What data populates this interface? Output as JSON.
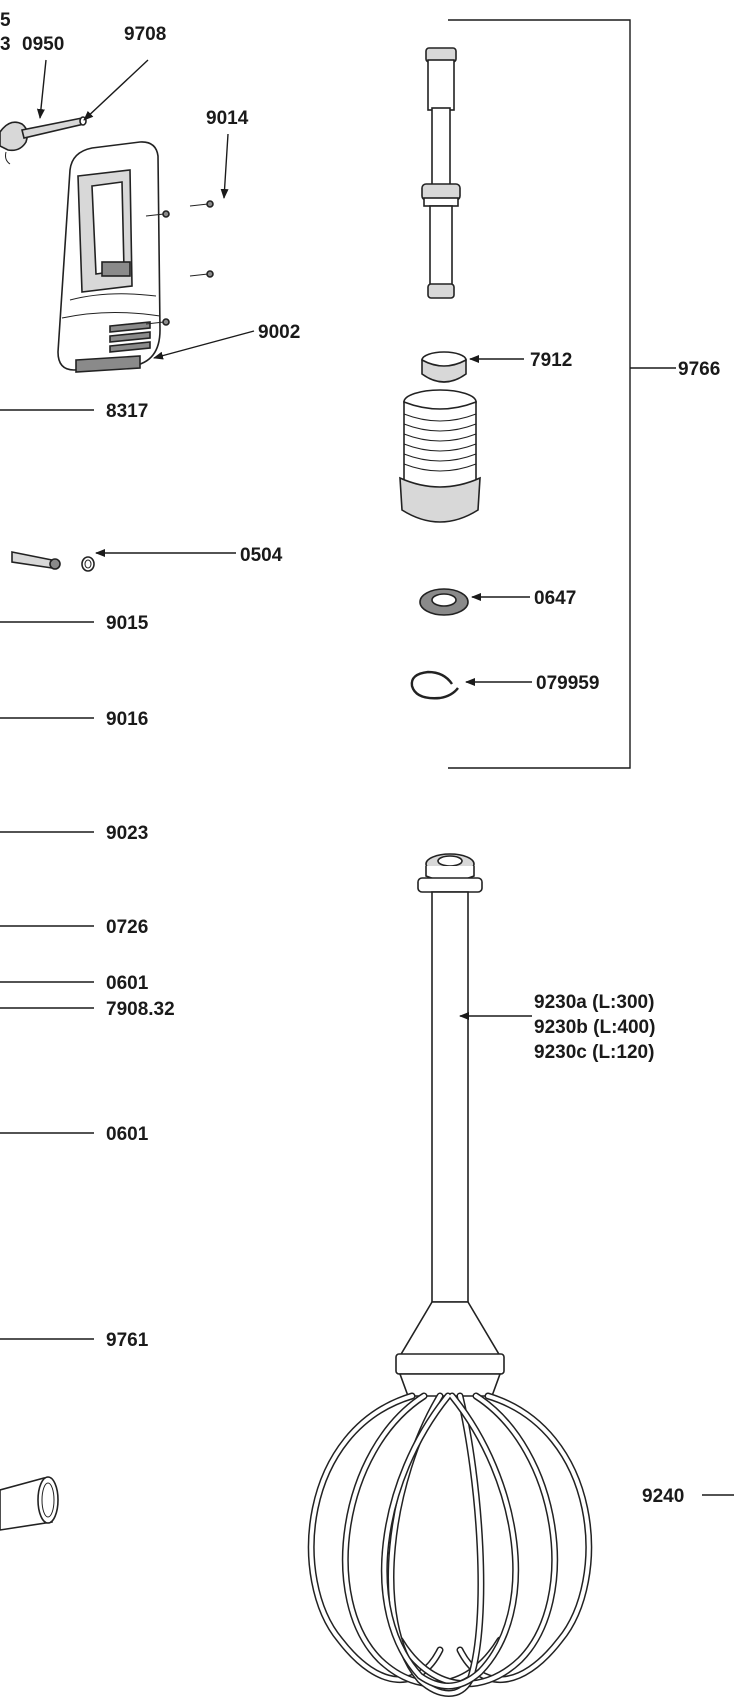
{
  "labels": {
    "l0950": "0950",
    "l9708": "9708",
    "l9014": "9014",
    "l9002": "9002",
    "l8317": "8317",
    "l0504": "0504",
    "l9015": "9015",
    "l9016": "9016",
    "l9023": "9023",
    "l0726": "0726",
    "l0601a": "0601",
    "l7908": "7908.32",
    "l0601b": "0601",
    "l9761": "9761",
    "l7912": "7912",
    "l9766": "9766",
    "l0647": "0647",
    "l079959": "079959",
    "l9230a": "9230a (L:300)",
    "l9230b": "9230b (L:400)",
    "l9230c": "9230c (L:120)",
    "l9240": "9240",
    "partial_top1": "5",
    "partial_top2": "3"
  }
}
